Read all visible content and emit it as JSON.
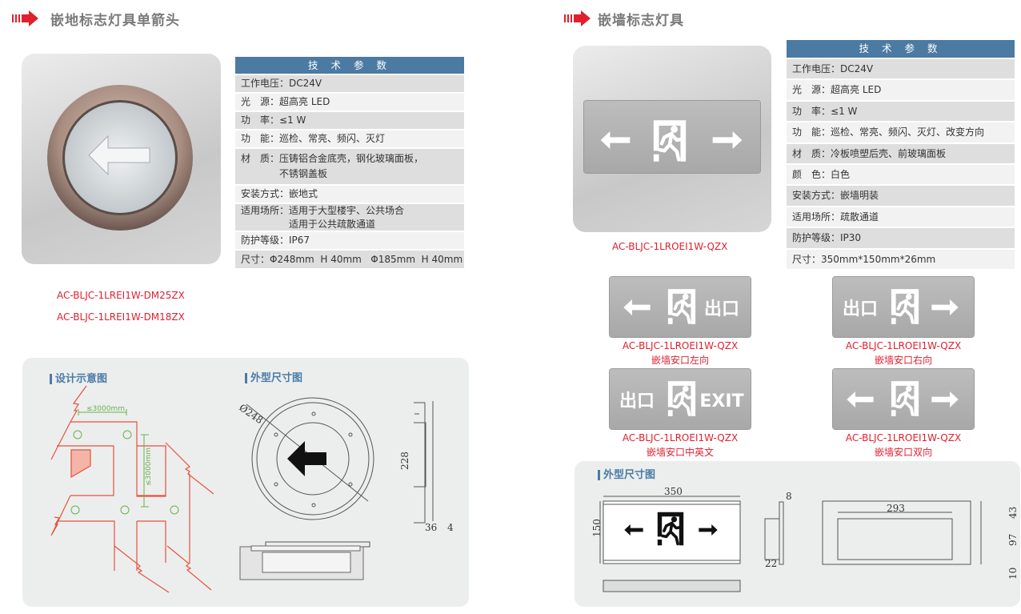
{
  "left": {
    "title": "嵌地标志灯具单箭头",
    "spec_header": "技 术 参 数",
    "specs": [
      {
        "k": "工作电压：",
        "v": "DC24V"
      },
      {
        "k": "光　源：",
        "v": "超高亮 LED"
      },
      {
        "k": "功　率：",
        "v": "≤1 W"
      },
      {
        "k": "功　能：",
        "v": "巡检、常亮、频闪、灭灯"
      },
      {
        "k": "材　质：",
        "v": "压铸铝合金底壳，钢化玻璃面板，",
        "v2": "不锈钢盖板"
      },
      {
        "k": "安装方式：",
        "v": "嵌地式"
      },
      {
        "k": "适用场所：",
        "v": "适用于大型楼宇、公共场合",
        "v2": "适用于公共疏散通道"
      },
      {
        "k": "防护等级：",
        "v": "IP67"
      },
      {
        "k": "尺寸：",
        "v": "Φ248mm  H 40mm   Φ185mm  H 40mm"
      }
    ],
    "models": [
      "AC-BLJC-1LREI1W-DM25ZX",
      "AC-BLJC-1LREI1W-DM18ZX"
    ],
    "panel": {
      "design_title": "设计示意图",
      "dim_title": "外型尺寸图",
      "spacing_h": "≤3000mm",
      "spacing_v": "≤3000mm",
      "diameter": "Ø248",
      "height": "228",
      "depth1": "36",
      "depth2": "4"
    }
  },
  "right": {
    "title": "嵌墙标志灯具",
    "spec_header": "技 术 参 数",
    "specs": [
      {
        "k": "工作电压：",
        "v": "DC24V"
      },
      {
        "k": "光　源：",
        "v": "超高亮 LED"
      },
      {
        "k": "功　率：",
        "v": "≤1 W"
      },
      {
        "k": "功　能：",
        "v": "巡检、常亮、频闪、灭灯、改变方向"
      },
      {
        "k": "材　质：",
        "v": "冷板喷塑后壳、前玻璃面板"
      },
      {
        "k": "颜　色：",
        "v": "白色"
      },
      {
        "k": "安装方式：",
        "v": "嵌墙明装"
      },
      {
        "k": "适用场所：",
        "v": "疏散通道"
      },
      {
        "k": "防护等级：",
        "v": "IP30"
      },
      {
        "k": "尺寸：",
        "v": "350mm*150mm*26mm"
      }
    ],
    "main_model": "AC-BLJC-1LROEI1W-QZX",
    "variants": [
      {
        "model": "AC-BLJC-1LROEI1W-QZX",
        "name": "嵌墙安口左向",
        "left": "arrow-left",
        "right": "出口"
      },
      {
        "model": "AC-BLJC-1LROEI1W-QZX",
        "name": "嵌墙安口右向",
        "left": "出口",
        "right": "arrow-right"
      },
      {
        "model": "AC-BLJC-1LROEI1W-QZX",
        "name": "嵌墙安口中英文",
        "left": "出口",
        "right": "EXIT"
      },
      {
        "model": "AC-BLJC-1LROEI1W-QZX",
        "name": "嵌墙安口双向",
        "left": "arrow-left",
        "right": "arrow-right"
      }
    ],
    "sign_text": {
      "cn": "出口",
      "en": "EXIT"
    },
    "panel": {
      "dim_title": "外型尺寸图",
      "width": "350",
      "height": "150",
      "depth": "8",
      "depth2": "22",
      "inner_width": "293",
      "d_top": "43",
      "d_mid": "97",
      "d_bot": "10"
    }
  },
  "colors": {
    "accent_red": "#e01f2f",
    "header_blue": "#4b7aa3",
    "title_gray": "#7a7a7a"
  }
}
